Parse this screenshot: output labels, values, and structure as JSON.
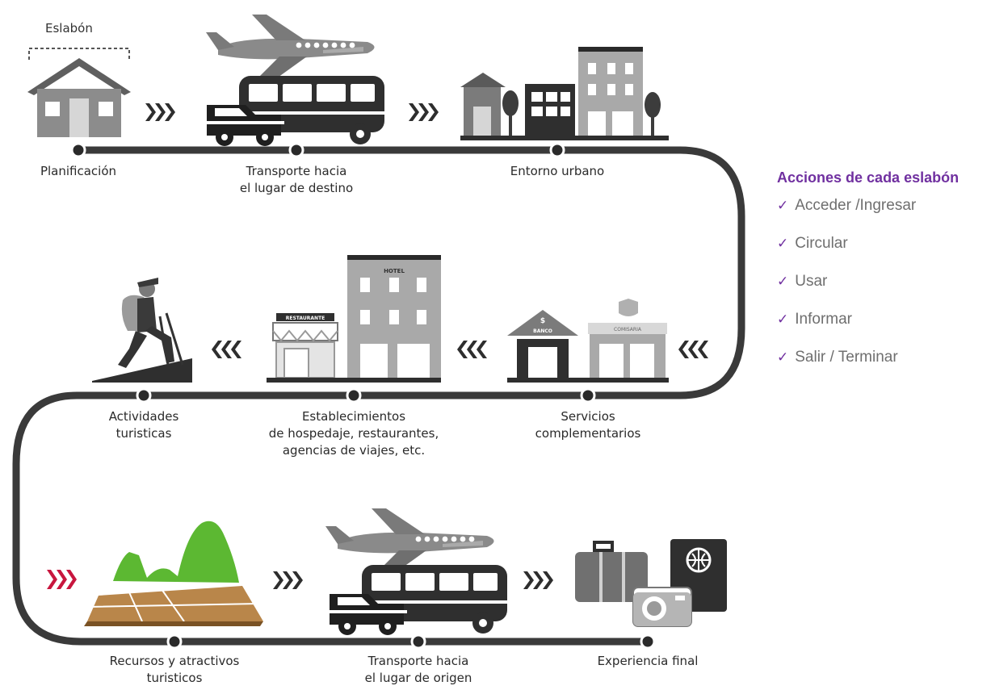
{
  "header": {
    "eslabon_label": "Eslabón"
  },
  "stages": {
    "planificacion": "Planificación",
    "transporte_destino_1": "Transporte hacia",
    "transporte_destino_2": "el lugar de destino",
    "entorno_urbano": "Entorno urbano",
    "actividades_1": "Actividades",
    "actividades_2": "turisticas",
    "establecimientos_1": "Establecimientos",
    "establecimientos_2": "de hospedaje, restaurantes,",
    "establecimientos_3": "agencias de viajes, etc.",
    "servicios_1": "Servicios",
    "servicios_2": "complementarios",
    "recursos_1": "Recursos y atractivos",
    "recursos_2": "turisticos",
    "transporte_origen_1": "Transporte hacia",
    "transporte_origen_2": "el lugar de origen",
    "experiencia_final": "Experiencia final"
  },
  "signs": {
    "hotel": "HOTEL",
    "restaurante": "RESTAURANTE",
    "banco": "BANCO",
    "comisaria": "COMISARIA",
    "dollar": "$"
  },
  "legend": {
    "title": "Acciones de cada eslabón",
    "items": [
      "Acceder /Ingresar",
      "Circular",
      "Usar",
      "Informar",
      "Salir / Terminar"
    ]
  },
  "colors": {
    "path": "#3a3a3a",
    "mountain": "#5cb832",
    "field": "#b9864a",
    "red_arrows": "#c8163e",
    "legend_accent": "#7030a0"
  },
  "icons": [
    "house-icon",
    "airplane-icon",
    "bus-icon",
    "truck-icon",
    "city-buildings-icon",
    "tree-icon",
    "hiker-icon",
    "restaurant-icon",
    "hotel-icon",
    "bank-icon",
    "police-station-icon",
    "mountain-icon",
    "suitcase-icon",
    "camera-icon",
    "passport-icon",
    "chevron-right-icon",
    "chevron-left-icon"
  ]
}
